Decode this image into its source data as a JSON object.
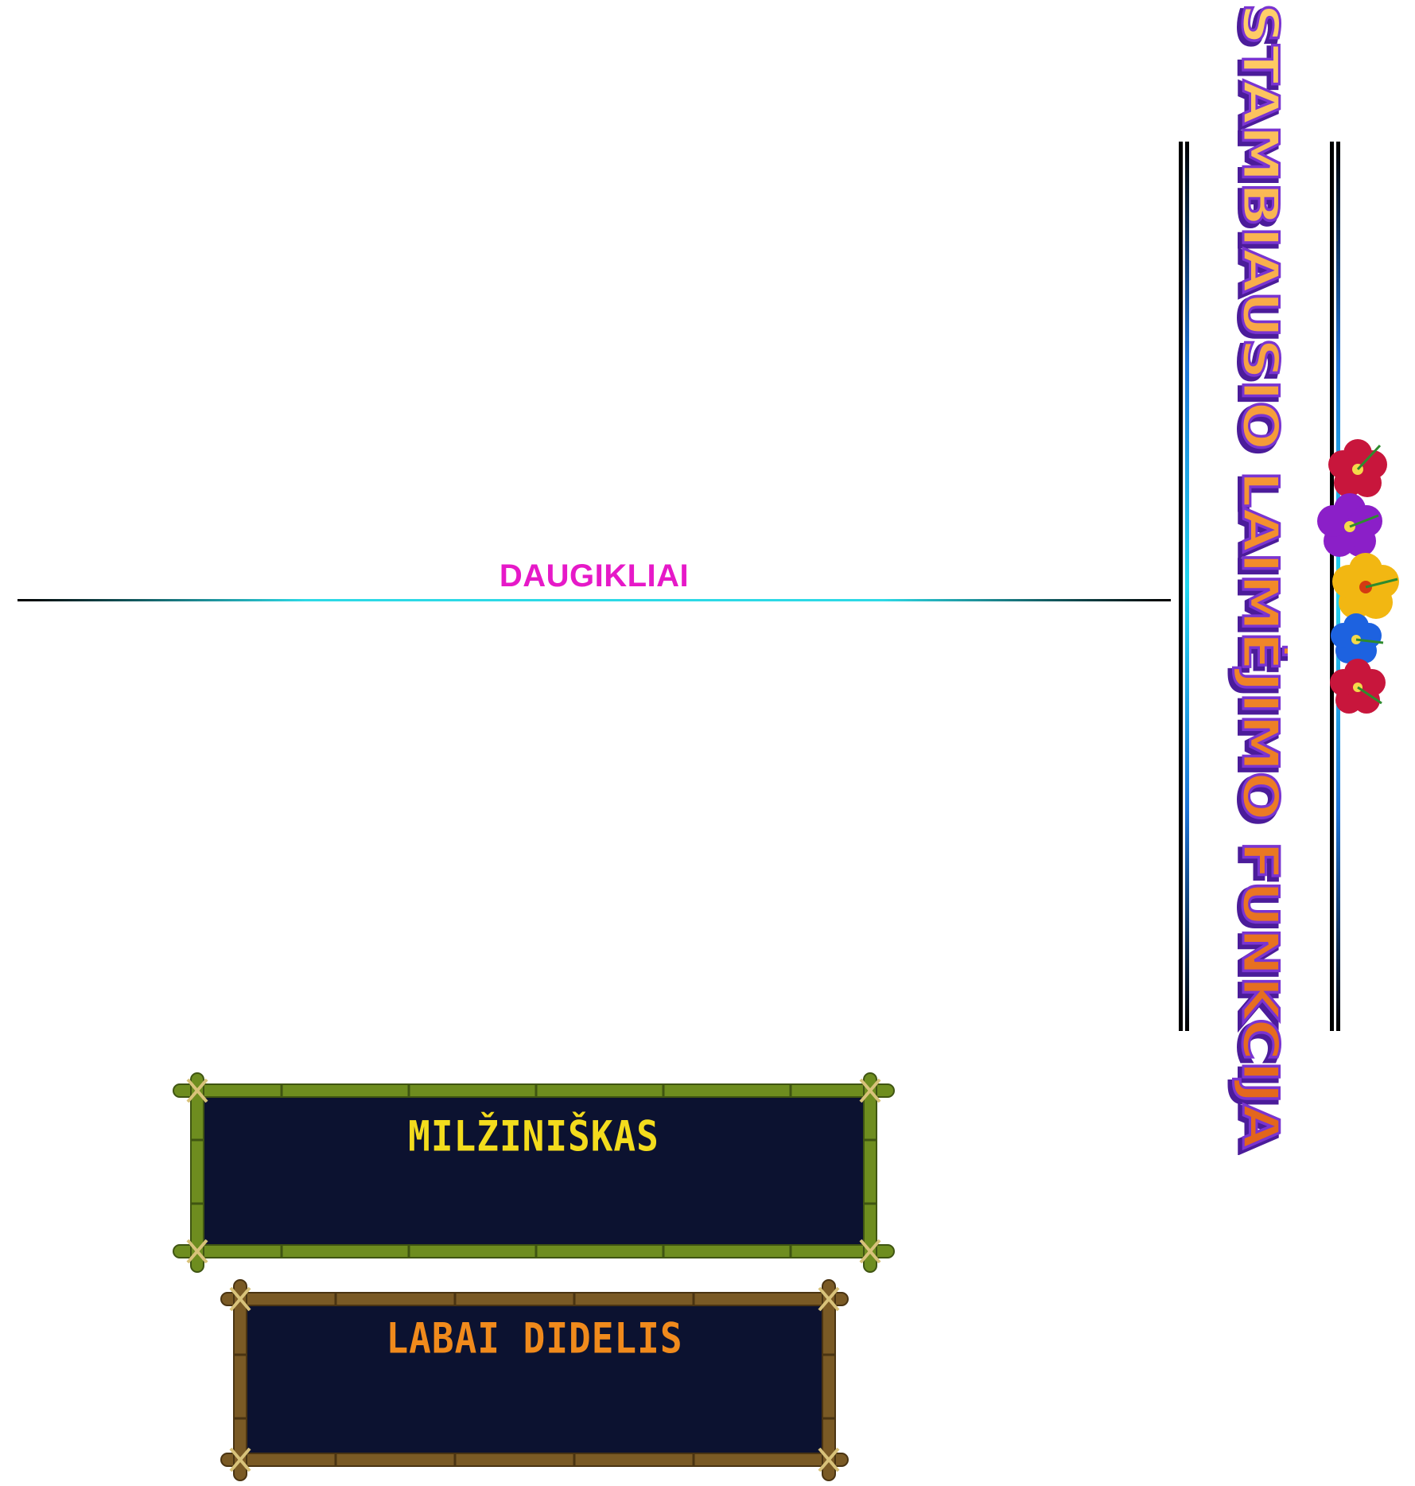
{
  "vertical_title": "STAMBIAUSIO LAIMĖJIMO FUNKCIJA",
  "section_title": "DAUGIKLIAI",
  "tiers": [
    {
      "label": "MILŽINIŠKAS",
      "color": "#f3dc1d",
      "frame": "green-bamboo"
    },
    {
      "label": "LABAI DIDELIS",
      "color": "#f08a1c",
      "frame": "brown-bamboo"
    }
  ],
  "colors": {
    "section_title": "#e619c8",
    "title_fill": "#f28a2a",
    "title_outline": "#6a2bbf",
    "panel_background": "#0c1230"
  },
  "decorations": [
    "hibiscus-flower-icon",
    "hibiscus-flower-icon",
    "hibiscus-flower-icon",
    "hibiscus-flower-icon",
    "hibiscus-flower-icon"
  ]
}
